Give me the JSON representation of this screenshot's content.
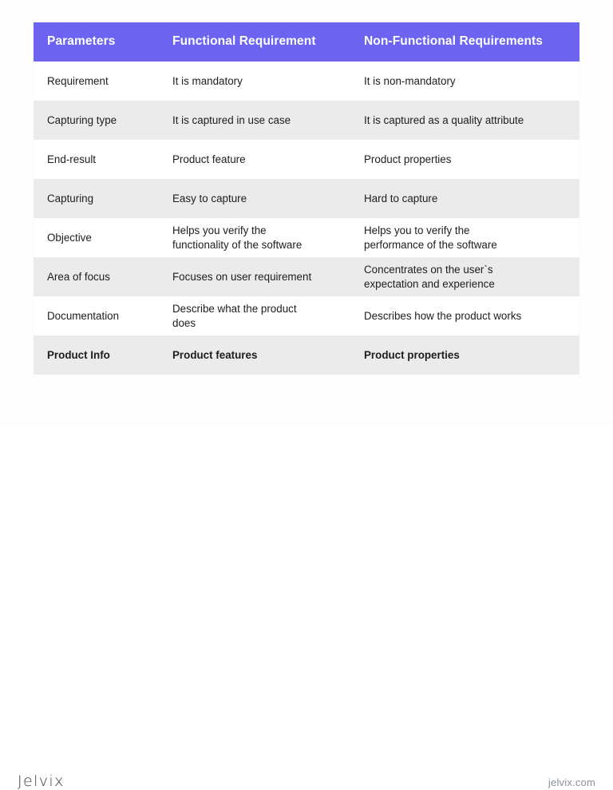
{
  "table": {
    "header": {
      "columns": [
        "Parameters",
        "Functional Requirement",
        "Non-Functional Requirements"
      ]
    },
    "rows": [
      {
        "parameter": "Requirement",
        "functional": [
          "It is mandatory"
        ],
        "non_functional": [
          "It is non-mandatory"
        ],
        "striped": false,
        "bold": false
      },
      {
        "parameter": "Capturing type",
        "functional": [
          "It is captured in use case"
        ],
        "non_functional": [
          "It is captured as a quality attribute"
        ],
        "striped": true,
        "bold": false
      },
      {
        "parameter": "End-result",
        "functional": [
          "Product feature"
        ],
        "non_functional": [
          "Product properties"
        ],
        "striped": false,
        "bold": false
      },
      {
        "parameter": "Capturing",
        "functional": [
          "Easy to capture"
        ],
        "non_functional": [
          "Hard to capture"
        ],
        "striped": true,
        "bold": false
      },
      {
        "parameter": "Objective",
        "functional": [
          "Helps you verify the",
          "functionality of the software"
        ],
        "non_functional": [
          "Helps you to verify the",
          "performance of the software"
        ],
        "striped": false,
        "bold": false
      },
      {
        "parameter": "Area of focus",
        "functional": [
          "Focuses on user requirement"
        ],
        "non_functional": [
          "Concentrates on the user`s",
          "expectation and experience"
        ],
        "striped": true,
        "bold": false
      },
      {
        "parameter": "Documentation",
        "functional": [
          "Describe what the product",
          "does"
        ],
        "non_functional": [
          "Describes how the product works"
        ],
        "striped": false,
        "bold": false
      },
      {
        "parameter": "Product Info",
        "functional": [
          "Product features"
        ],
        "non_functional": [
          "Product properties"
        ],
        "striped": true,
        "bold": true
      }
    ]
  },
  "footer": {
    "logo_text": "Jelvix",
    "site_url": "jelvix.com"
  },
  "colors": {
    "header_background": "#6c63f0",
    "header_text": "#ffffff",
    "striped_row": "#ebebeb",
    "plain_row": "#ffffff",
    "body_text": "#1d1d1d",
    "page_background": "#fdfdfd",
    "url_text": "#8b9099"
  }
}
